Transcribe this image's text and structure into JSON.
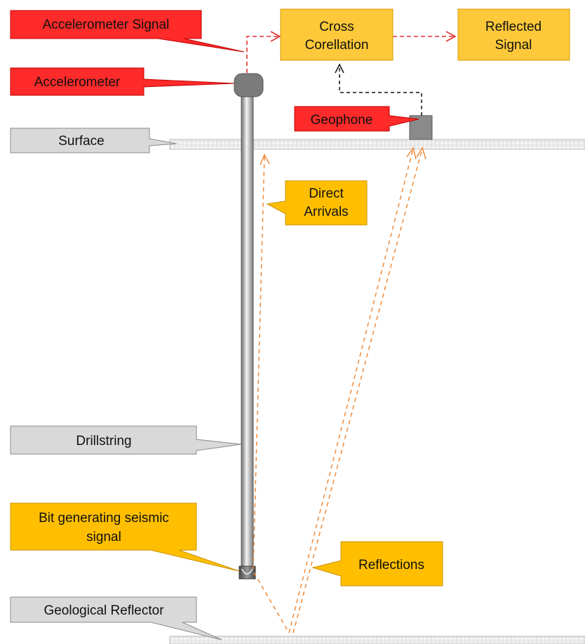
{
  "labels": {
    "accelerometer_signal": "Accelerometer Signal",
    "accelerometer": "Accelerometer",
    "surface": "Surface",
    "geophone": "Geophone",
    "direct_arrivals": [
      "Direct",
      "Arrivals"
    ],
    "drillstring": "Drillstring",
    "bit": [
      "Bit generating seismic",
      "signal"
    ],
    "reflections": "Reflections",
    "geological_reflector": "Geological Reflector"
  },
  "boxes": {
    "cross_correlation": [
      "Cross",
      "Corellation"
    ],
    "reflected_signal": [
      "Reflected",
      "Signal"
    ]
  },
  "colors": {
    "red_callout": "#ff2a2a",
    "red_callout_edge": "#c00000",
    "gray_callout": "#d9d9d9",
    "gray_callout_edge": "#8a8a8a",
    "yellow_box": "#fdc93a",
    "yellow_box_edge": "#d49a00",
    "orange_callout": "#ffbf00",
    "red_arrow": "#e03030",
    "orange_arrow": "#ef8a3a",
    "black_arrow": "#111111"
  }
}
